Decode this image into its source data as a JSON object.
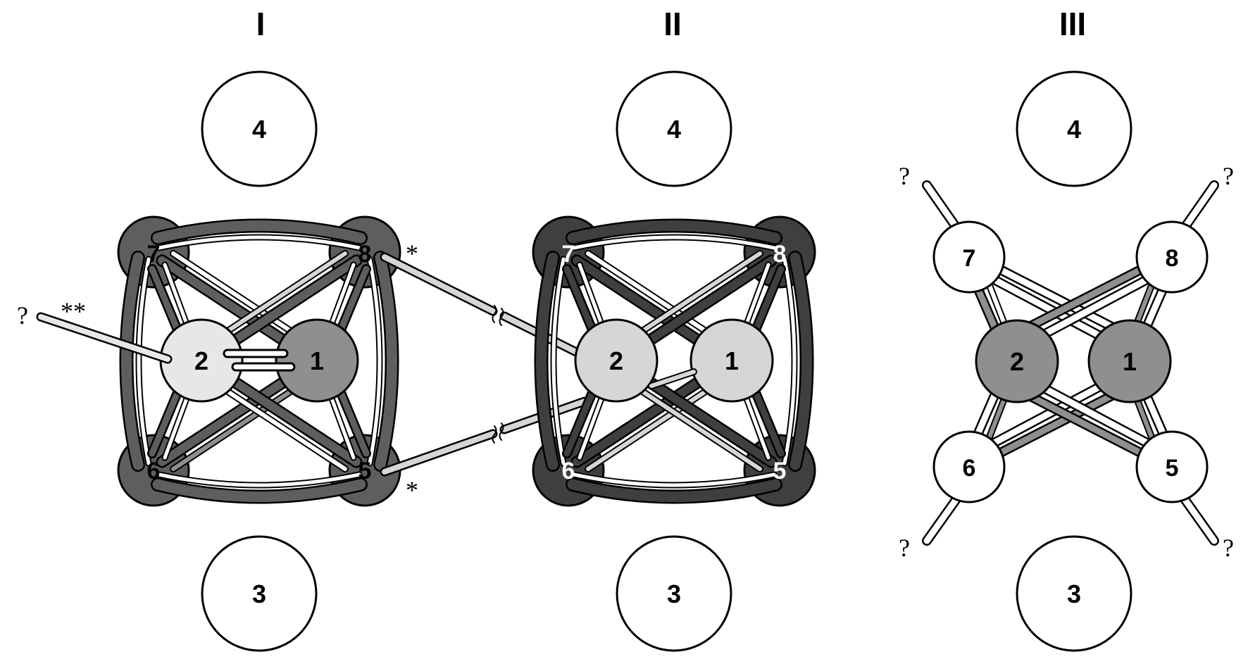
{
  "panels": [
    {
      "title": "I",
      "top_circle": "4",
      "bottom_circle": "3",
      "nodes": {
        "n1": "1",
        "n2": "2",
        "n5": "5",
        "n6": "6",
        "n7": "7",
        "n8": "8"
      },
      "annotations": {
        "q_left": "?",
        "dstar_left": "**",
        "star_top": "*",
        "star_bottom": "*"
      }
    },
    {
      "title": "II",
      "top_circle": "4",
      "bottom_circle": "3",
      "nodes": {
        "n1": "1",
        "n2": "2",
        "n5": "5",
        "n6": "6",
        "n7": "7",
        "n8": "8"
      }
    },
    {
      "title": "III",
      "top_circle": "4",
      "bottom_circle": "3",
      "nodes": {
        "n1": "1",
        "n2": "2",
        "n5": "5",
        "n6": "6",
        "n7": "7",
        "n8": "8"
      },
      "annotations": {
        "q_tl": "?",
        "q_tr": "?",
        "q_bl": "?",
        "q_br": "?"
      }
    }
  ],
  "colors": {
    "outline": "#000000",
    "dark_gray": "#5e5e5e",
    "darker_gray": "#3f3f3f",
    "mid_gray": "#8f8f8f",
    "light_gray": "#d6d6d6",
    "very_light": "#e7e7e7",
    "white": "#ffffff"
  }
}
